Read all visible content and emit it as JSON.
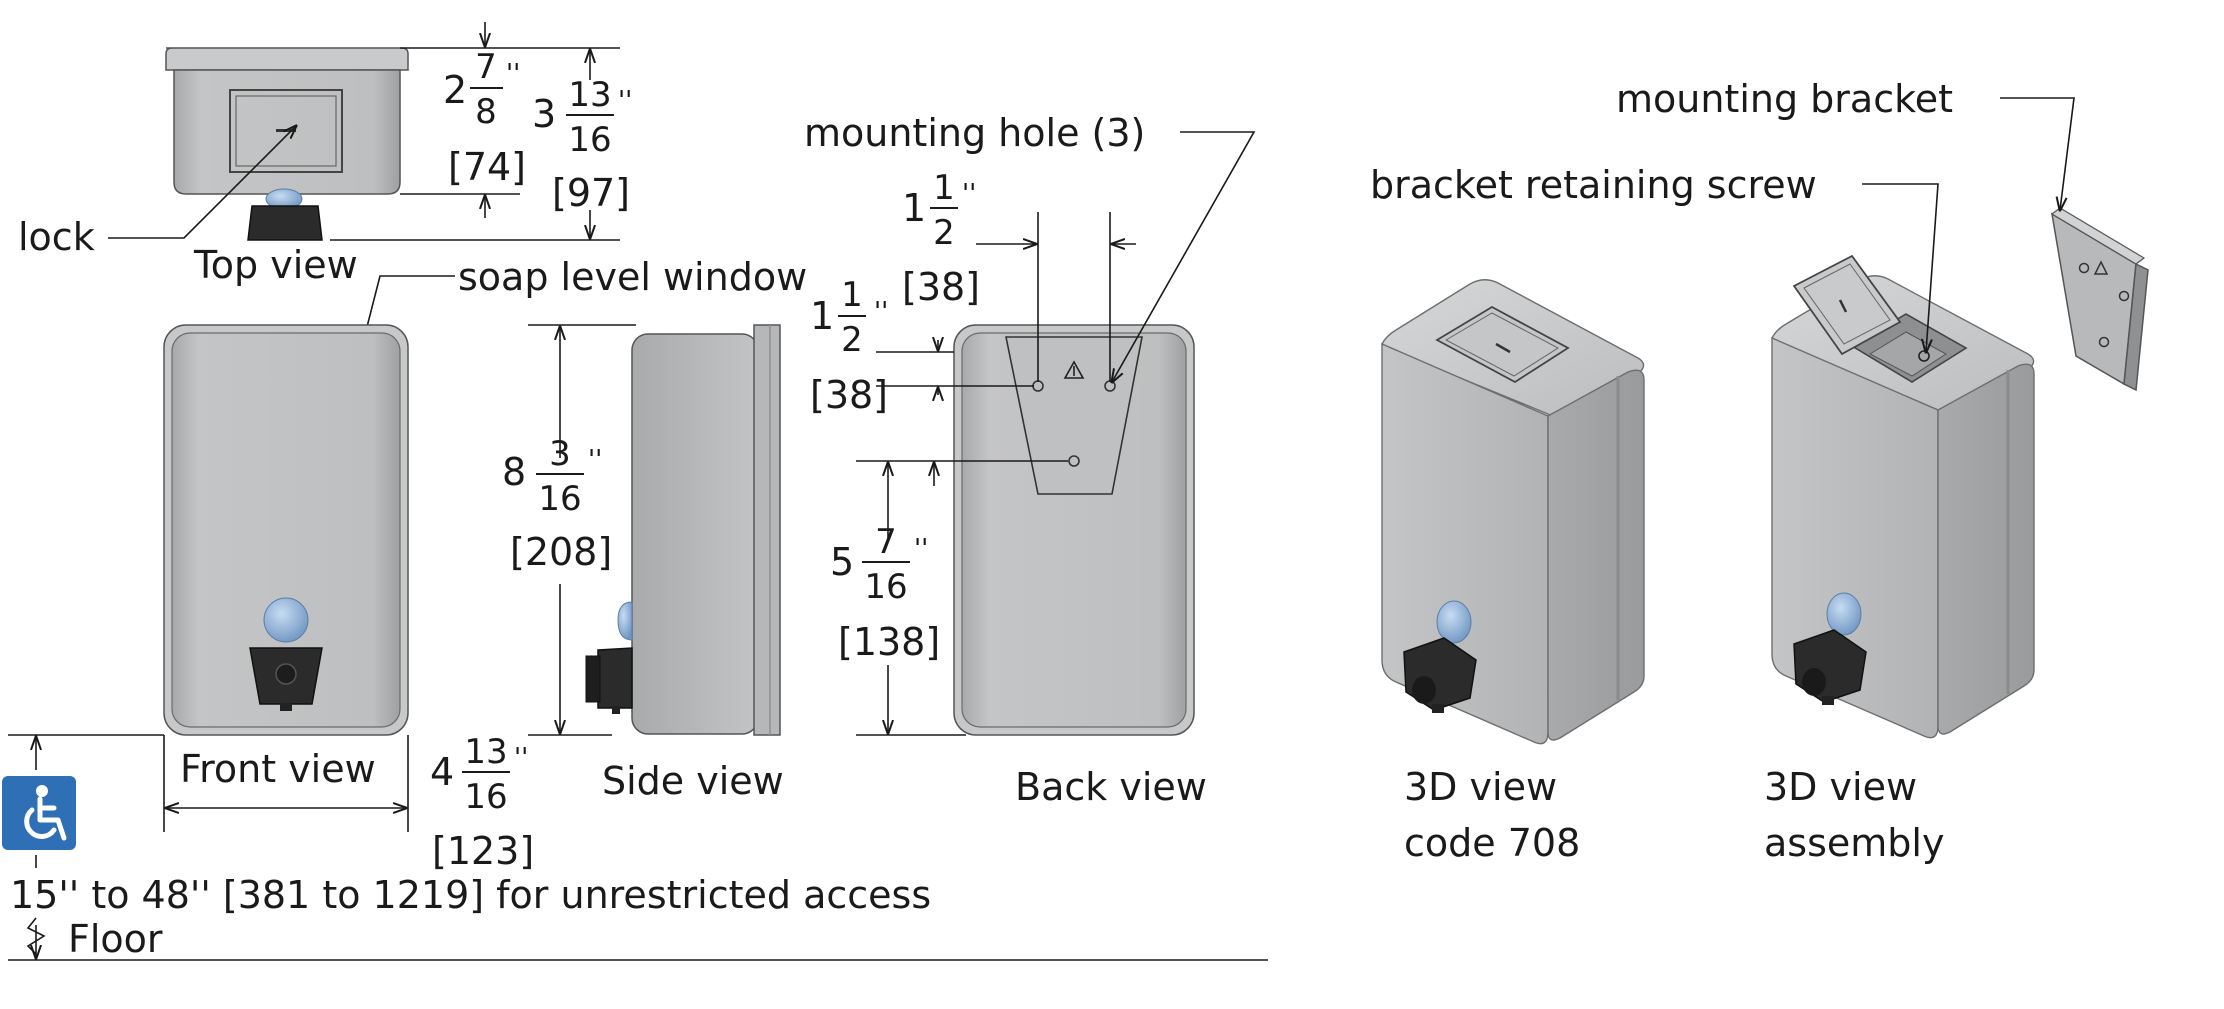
{
  "colors": {
    "line": "#1a1a1a",
    "body_fill": "#b9babb",
    "body_shade": "#a3a4a5",
    "body_light": "#cfd0d1",
    "pump_fill": "#2b2b2b",
    "window_blue": "#8fb2d8",
    "access_blue": "#2f6fb5"
  },
  "icons": {
    "access": "wheelchair-accessibility-icon",
    "floor": "floor-break-icon"
  },
  "views": {
    "top": "Top view",
    "front": "Front view",
    "side": "Side view",
    "back": "Back view",
    "three_d_code_line1": "3D view",
    "three_d_code_line2": "code 708",
    "three_d_assembly_line1": "3D view",
    "three_d_assembly_line2": "assembly"
  },
  "callouts": {
    "lock": "lock",
    "soap_level_window": "soap level window",
    "mounting_hole": "mounting hole (3)",
    "bracket_retaining_screw": "bracket retaining screw",
    "mounting_bracket": "mounting bracket"
  },
  "dimensions": {
    "top_depth": {
      "whole": "2",
      "num": "7",
      "den": "8",
      "unit": "''",
      "metric": "[74]"
    },
    "top_overall": {
      "whole": "3",
      "num": "13",
      "den": "16",
      "unit": "''",
      "metric": "[97]"
    },
    "height": {
      "whole": "8",
      "num": "3",
      "den": "16",
      "unit": "''",
      "metric": "[208]"
    },
    "width": {
      "whole": "4",
      "num": "13",
      "den": "16",
      "unit": "''",
      "metric": "[123]"
    },
    "hole_horizontal": {
      "whole": "1",
      "num": "1",
      "den": "2",
      "unit": "''",
      "metric": "[38]"
    },
    "hole_vertical": {
      "whole": "1",
      "num": "1",
      "den": "2",
      "unit": "''",
      "metric": "[38]"
    },
    "hole_from_bottom": {
      "whole": "5",
      "num": "7",
      "den": "16",
      "unit": "''",
      "metric": "[138]"
    }
  },
  "mounting_note": "15'' to 48'' [381 to 1219] for unrestricted access",
  "floor_label": "Floor"
}
